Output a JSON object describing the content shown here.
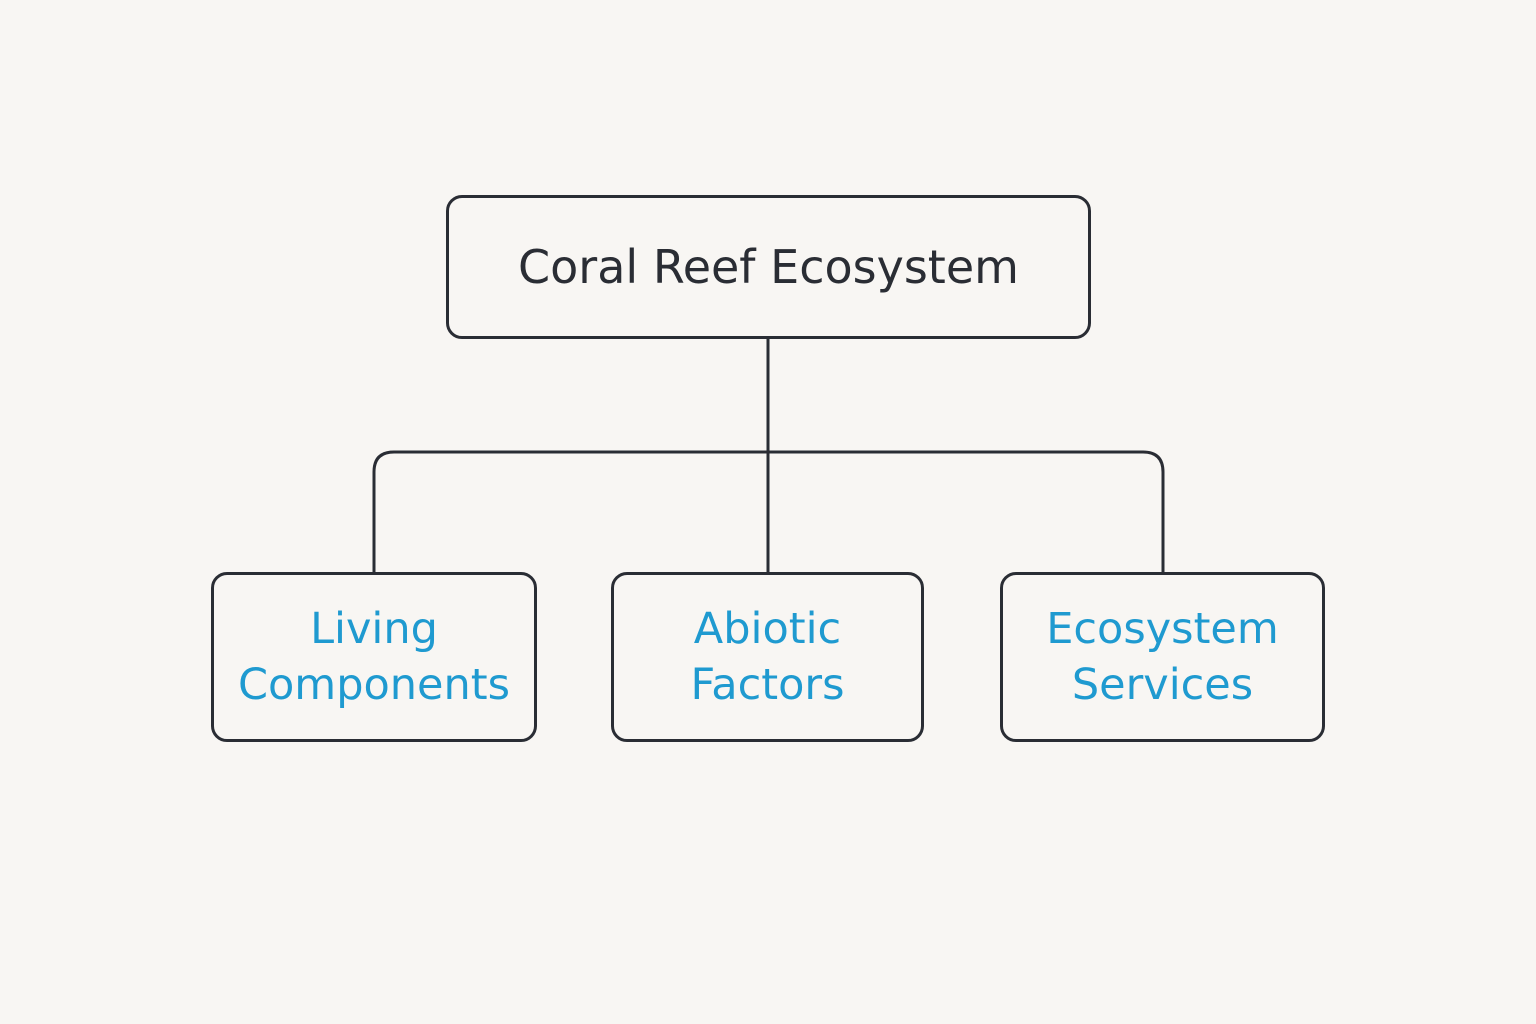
{
  "diagram": {
    "root": {
      "label": "Coral Reef Ecosystem"
    },
    "children": [
      {
        "line1": "Living",
        "line2": "Components"
      },
      {
        "line1": "Abiotic",
        "line2": "Factors"
      },
      {
        "line1": "Ecosystem",
        "line2": "Services"
      }
    ],
    "colors": {
      "background": "#f8f6f3",
      "stroke": "#2a2d34",
      "child_text": "#1f9ad0"
    }
  }
}
